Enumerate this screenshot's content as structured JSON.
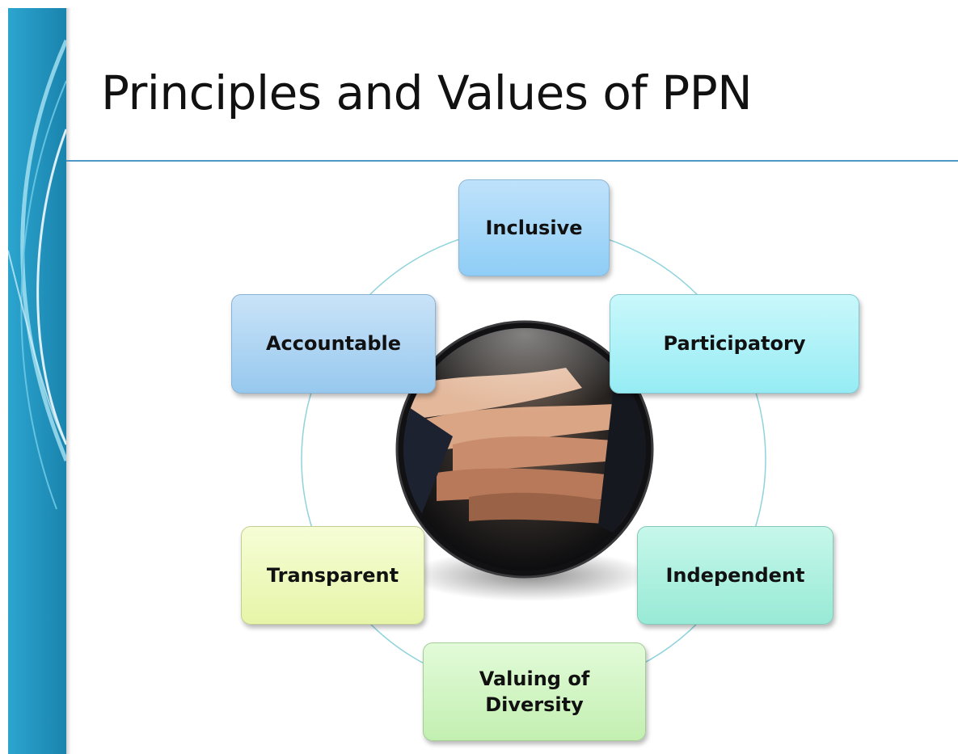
{
  "slide": {
    "title": "Principles and Values of PPN"
  },
  "diagram": {
    "center": "hands-together-photo",
    "nodes": [
      {
        "key": "inclusive",
        "label": "Inclusive"
      },
      {
        "key": "participatory",
        "label": "Participatory"
      },
      {
        "key": "independent",
        "label": "Independent"
      },
      {
        "key": "valuing",
        "label": "Valuing of\nDiversity"
      },
      {
        "key": "transparent",
        "label": "Transparent"
      },
      {
        "key": "accountable",
        "label": "Accountable"
      }
    ]
  },
  "colors": {
    "accent": "#4f97c4",
    "ring": "#8fd3dc",
    "band_dark": "#1d8fb8",
    "band_light": "#7fd0ec"
  }
}
